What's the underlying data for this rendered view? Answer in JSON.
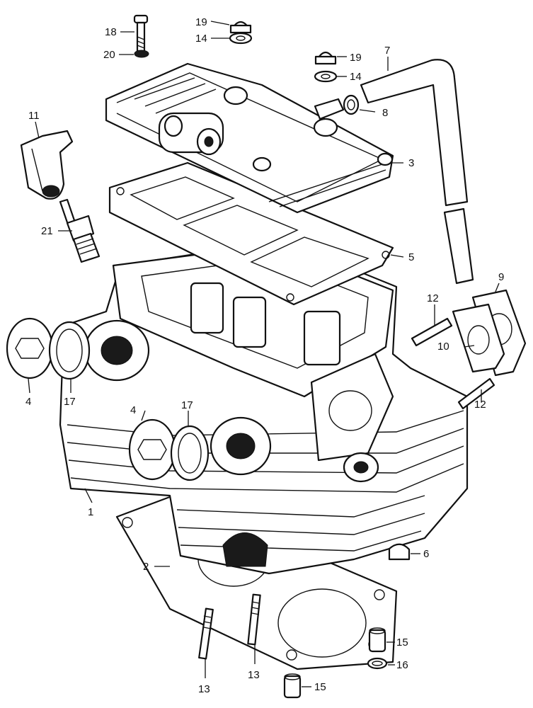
{
  "diagram": {
    "labels": [
      {
        "id": "l18",
        "text": "18"
      },
      {
        "id": "l19a",
        "text": "19"
      },
      {
        "id": "l14a",
        "text": "14"
      },
      {
        "id": "l20",
        "text": "20"
      },
      {
        "id": "l19b",
        "text": "19"
      },
      {
        "id": "l14b",
        "text": "14"
      },
      {
        "id": "l7",
        "text": "7"
      },
      {
        "id": "l8",
        "text": "8"
      },
      {
        "id": "l11",
        "text": "11"
      },
      {
        "id": "l3",
        "text": "3"
      },
      {
        "id": "l21",
        "text": "21"
      },
      {
        "id": "l5",
        "text": "5"
      },
      {
        "id": "l9",
        "text": "9"
      },
      {
        "id": "l12a",
        "text": "12"
      },
      {
        "id": "l10",
        "text": "10"
      },
      {
        "id": "l4a",
        "text": "4"
      },
      {
        "id": "l17a",
        "text": "17"
      },
      {
        "id": "l4b",
        "text": "4"
      },
      {
        "id": "l17b",
        "text": "17"
      },
      {
        "id": "l12b",
        "text": "12"
      },
      {
        "id": "l1",
        "text": "1"
      },
      {
        "id": "l6",
        "text": "6"
      },
      {
        "id": "l2",
        "text": "2"
      },
      {
        "id": "l15a",
        "text": "15"
      },
      {
        "id": "l16",
        "text": "16"
      },
      {
        "id": "l13a",
        "text": "13"
      },
      {
        "id": "l13b",
        "text": "13"
      },
      {
        "id": "l15b",
        "text": "15"
      }
    ]
  }
}
